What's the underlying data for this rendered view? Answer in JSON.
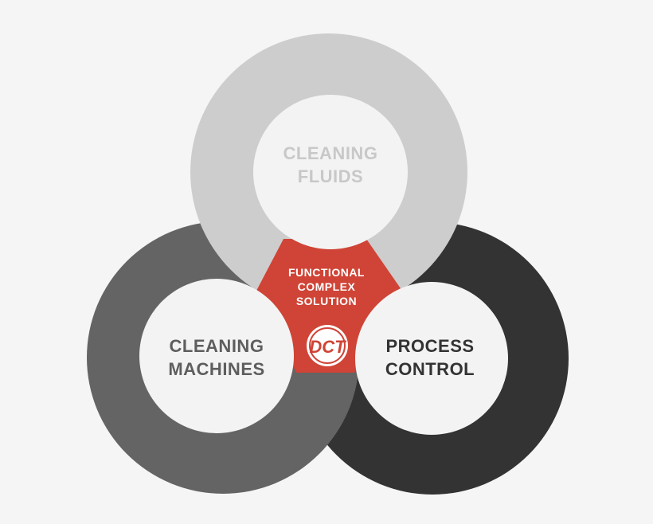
{
  "diagram": {
    "sets": [
      {
        "line1": "CLEANING",
        "line2": "FLUIDS"
      },
      {
        "line1": "CLEANING",
        "line2": "MACHINES"
      },
      {
        "line1": "PROCESS",
        "line2": "CONTROL"
      }
    ],
    "center": {
      "line1": "FUNCTIONAL",
      "line2": "COMPLEX",
      "line3": "SOLUTION"
    },
    "logo_text": "DCT"
  },
  "colors": {
    "background": "#f5f5f5",
    "ring_light": "#cdcdcd",
    "ring_mid": "#646464",
    "ring_dark": "#333333",
    "ring_inner": "#f3f3f3",
    "center": "#cf4436",
    "label_light": "#c8c8c8",
    "label_mid": "#5e5e5e",
    "label_dark": "#333333",
    "label_center": "#ffffff"
  }
}
